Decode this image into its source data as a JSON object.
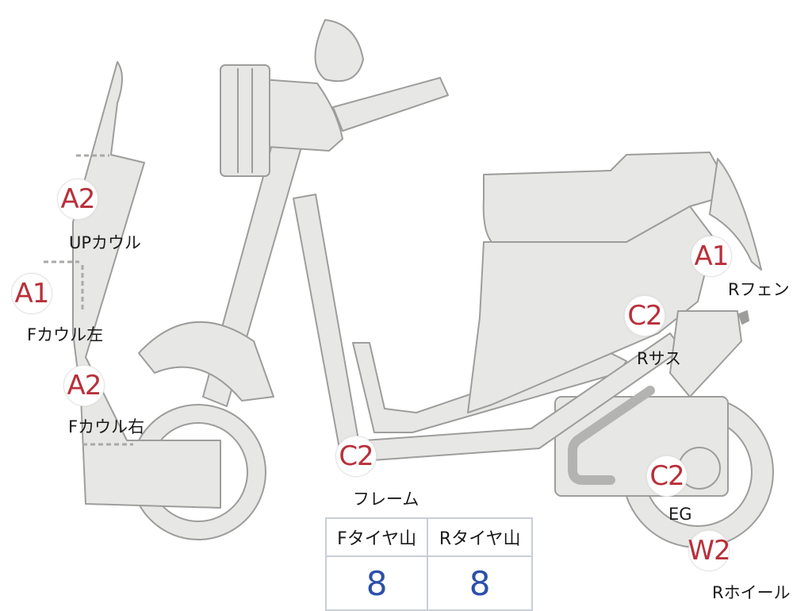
{
  "colors": {
    "body_fill": "#e7e7e5",
    "body_stroke": "#9d9d9b",
    "grade_text": "#b8303a",
    "tread_value": "#2b50a8",
    "table_border": "#c9ced6"
  },
  "markers": {
    "upcowl": {
      "grade": "A2",
      "label": "UPカウル"
    },
    "fcowl_left": {
      "grade": "A1",
      "label": "Fカウル左"
    },
    "fcowl_right": {
      "grade": "A2",
      "label": "Fカウル右"
    },
    "frame": {
      "grade": "C2",
      "label": "フレーム"
    },
    "rear_fender": {
      "grade": "A1",
      "label": "Rフェン"
    },
    "rear_suspension": {
      "grade": "C2",
      "label": "Rサス"
    },
    "engine": {
      "grade": "C2",
      "label": "EG"
    },
    "rear_wheel": {
      "grade": "W2",
      "label": "Rホイール"
    }
  },
  "tires": {
    "front_header": "Fタイヤ山",
    "rear_header": "Rタイヤ山",
    "front_value": "8",
    "rear_value": "8"
  }
}
